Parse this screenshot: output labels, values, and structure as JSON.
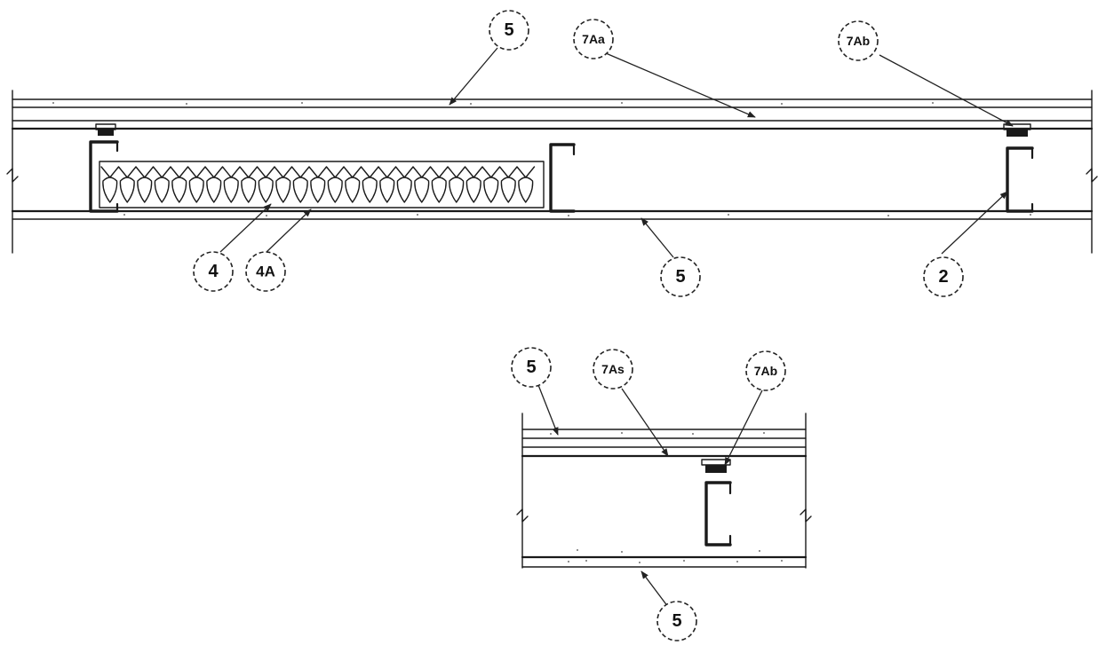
{
  "callouts": {
    "top_5_a": "5",
    "top_7Aa": "7Aa",
    "top_7Ab": "7Ab",
    "top_4": "4",
    "top_4A": "4A",
    "top_5_b": "5",
    "top_2": "2",
    "bottom_5_a": "5",
    "bottom_7As": "7As",
    "bottom_7Ab": "7Ab",
    "bottom_5_b": "5"
  }
}
